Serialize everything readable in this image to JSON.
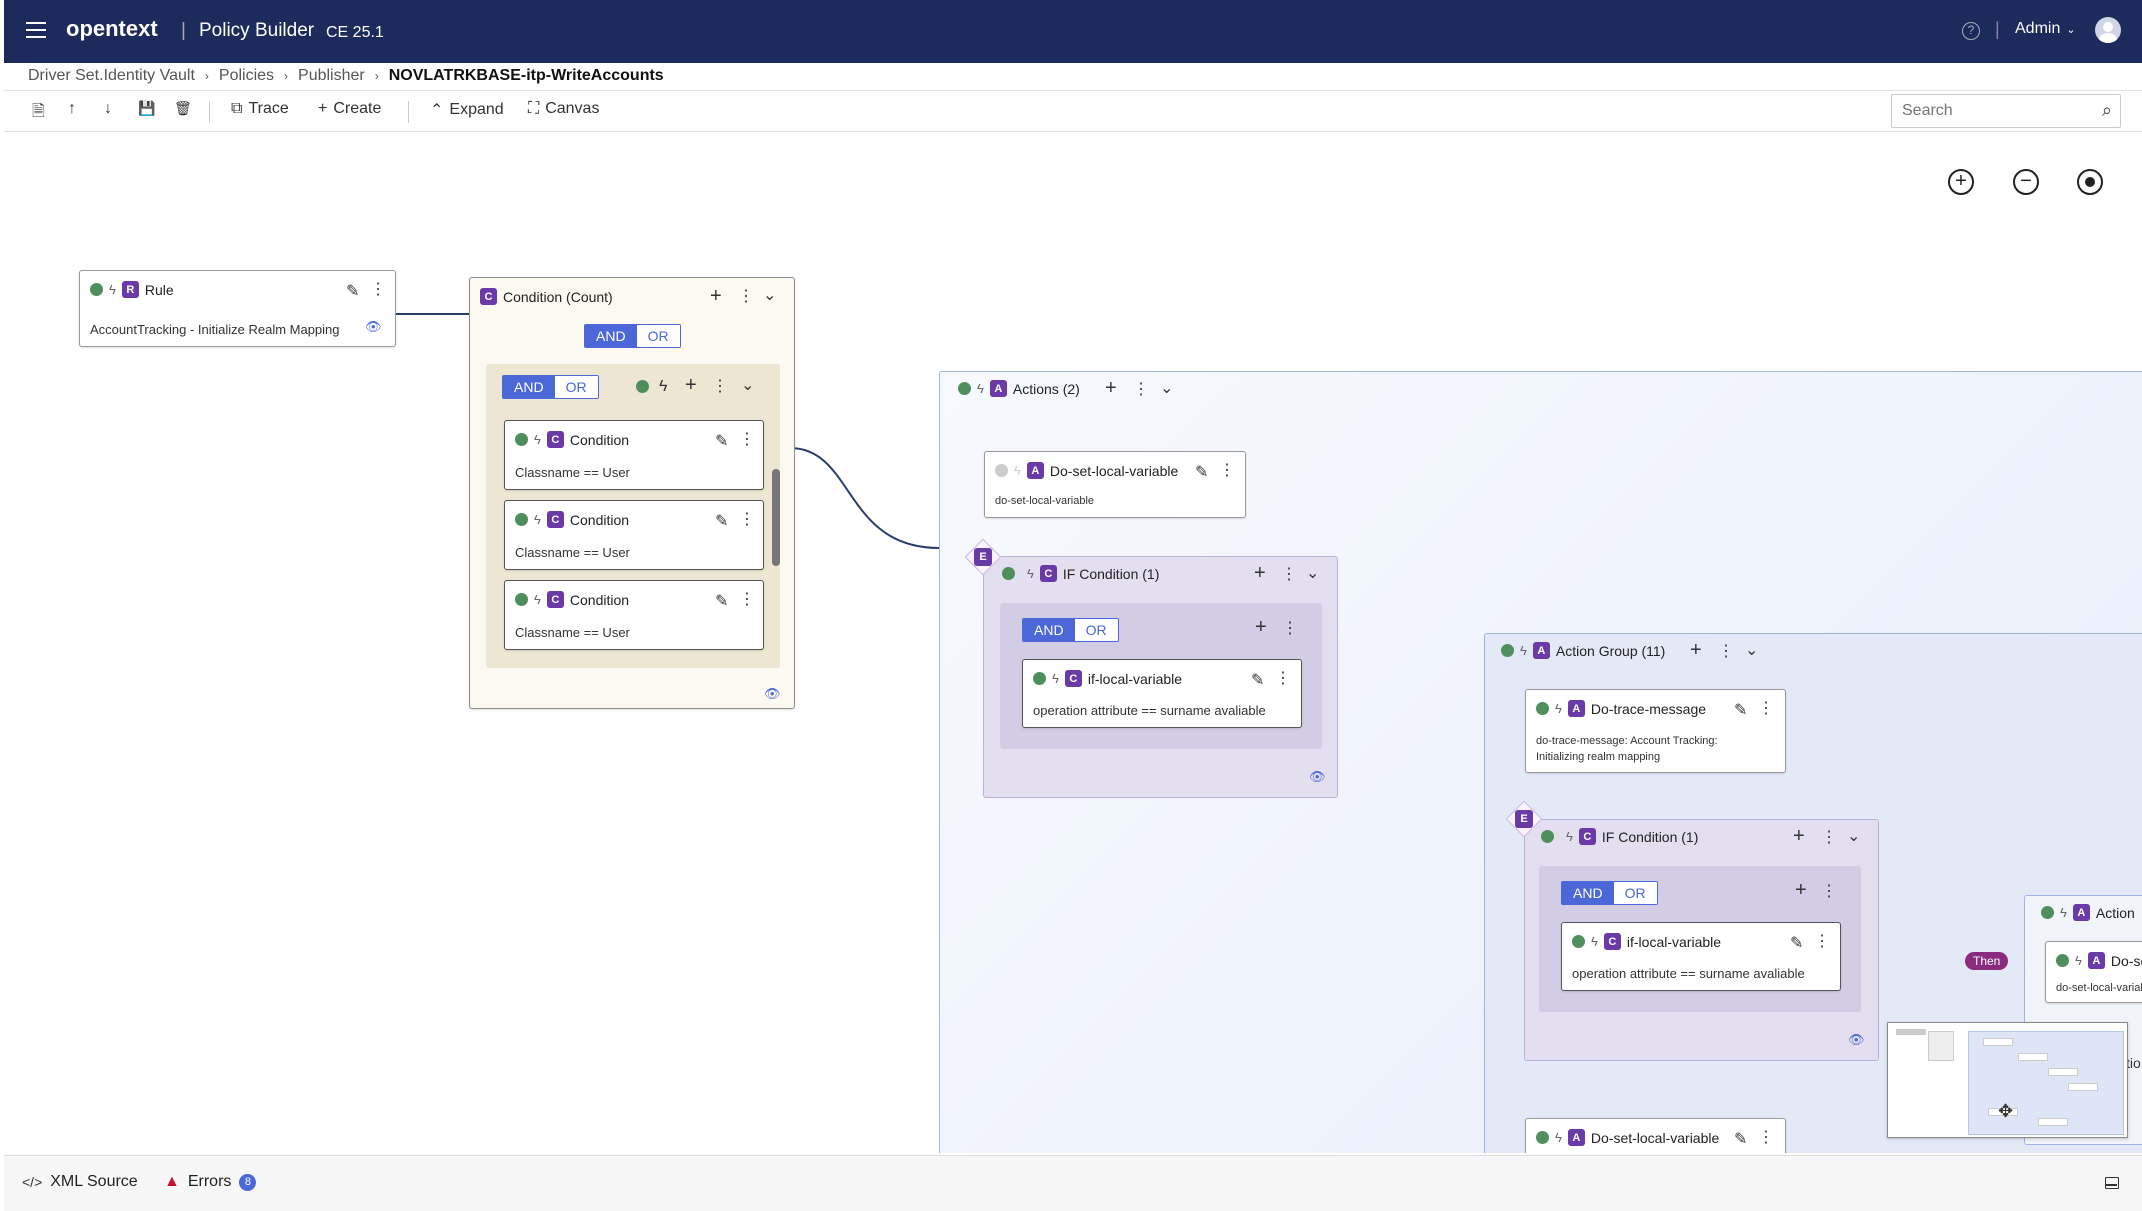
{
  "header": {
    "brand": "opentext",
    "app_title": "Policy Builder",
    "version": "CE 25.1",
    "user": "Admin",
    "icons": [
      "menu-icon",
      "help-icon",
      "chevron-down-icon",
      "user-avatar-icon"
    ]
  },
  "breadcrumb": {
    "items": [
      "Driver Set.Identity Vault",
      "Policies",
      "Publisher"
    ],
    "current": "NOVLATRKBASE-itp-WriteAccounts"
  },
  "toolbar": {
    "trace": "Trace",
    "create": "Create",
    "expand": "Expand",
    "canvas": "Canvas",
    "search_placeholder": "Search"
  },
  "canvas": {
    "rule": {
      "badge": "R",
      "title": "Rule",
      "desc": "AccountTracking - Initialize Realm Mapping"
    },
    "condition_count": {
      "badge": "C",
      "title": "Condition (Count)",
      "and": "AND",
      "or": "OR",
      "inner_and": "AND",
      "inner_or": "OR",
      "conditions": [
        {
          "badge": "C",
          "title": "Condition",
          "desc": "Classname == User"
        },
        {
          "badge": "C",
          "title": "Condition",
          "desc": "Classname == User"
        },
        {
          "badge": "C",
          "title": "Condition",
          "desc": "Classname == User"
        }
      ]
    },
    "actions": {
      "badge": "A",
      "title": "Actions (2)",
      "set_var": {
        "badge": "A",
        "title": "Do-set-local-variable",
        "desc": "do-set-local-variable"
      },
      "e_label": "E",
      "if_condition": {
        "badge": "C",
        "title": "IF Condition (1)",
        "and": "AND",
        "or": "OR",
        "cond": {
          "badge": "C",
          "title": "if-local-variable",
          "desc": "operation attribute == surname avaliable"
        }
      },
      "action_group": {
        "badge": "A",
        "title": "Action Group (11)",
        "trace_msg": {
          "badge": "A",
          "title": "Do-trace-message",
          "desc_line1": "do-trace-message: Account Tracking:",
          "desc_line2": "Initializing realm mapping"
        },
        "e_label": "E",
        "if_condition": {
          "badge": "C",
          "title": "IF Condition (1)",
          "and": "AND",
          "or": "OR",
          "cond": {
            "badge": "C",
            "title": "if-local-variable",
            "desc": "operation attribute == surname avaliable"
          }
        },
        "then_label": "Then",
        "right_action": {
          "badge": "A",
          "title": "Action"
        },
        "right_do": {
          "badge": "A",
          "title": "Do-se",
          "desc": "do-set-local-variab"
        },
        "minimap_label": "tio",
        "bottom_set_var": {
          "badge": "A",
          "title": "Do-set-local-variable"
        }
      }
    }
  },
  "footer": {
    "xml_source": "XML Source",
    "errors": "Errors",
    "error_count": "8"
  }
}
